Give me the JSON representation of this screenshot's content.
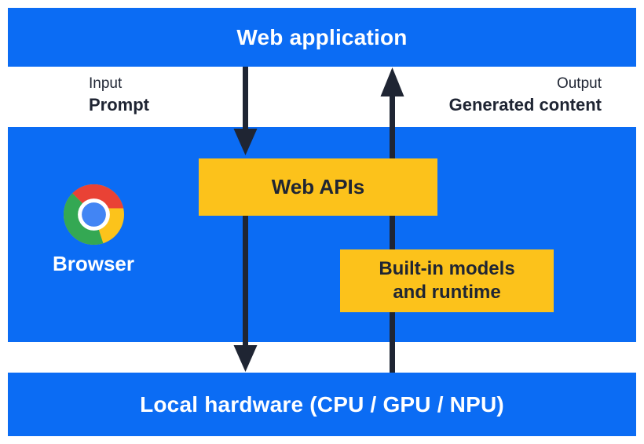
{
  "colors": {
    "diagram-blue": "#0b6cf4",
    "accent-yellow": "#fcc21b",
    "ink-dark": "#1f2533",
    "chrome-red": "#e94235",
    "chrome-yellow": "#fcc31b",
    "chrome-green": "#34a853",
    "chrome-blue": "#4285f4",
    "text-on-blue": "#ffffff"
  },
  "layers": {
    "web_application": {
      "label": "Web application"
    },
    "io_annotations": {
      "input": {
        "caption": "Input",
        "value": "Prompt"
      },
      "output": {
        "caption": "Output",
        "value": "Generated content"
      }
    },
    "browser": {
      "label": "Browser",
      "logo_icon": "chrome-logo",
      "boxes": {
        "web_apis": {
          "label": "Web APIs"
        },
        "built_in_models": {
          "label_line1": "Built-in models",
          "label_line2": "and runtime"
        }
      }
    },
    "local_hardware": {
      "label": "Local hardware (CPU / GPU / NPU)"
    },
    "arrows": {
      "prompt_flow": {
        "direction": "down"
      },
      "generated_content_flow": {
        "direction": "up"
      }
    }
  }
}
